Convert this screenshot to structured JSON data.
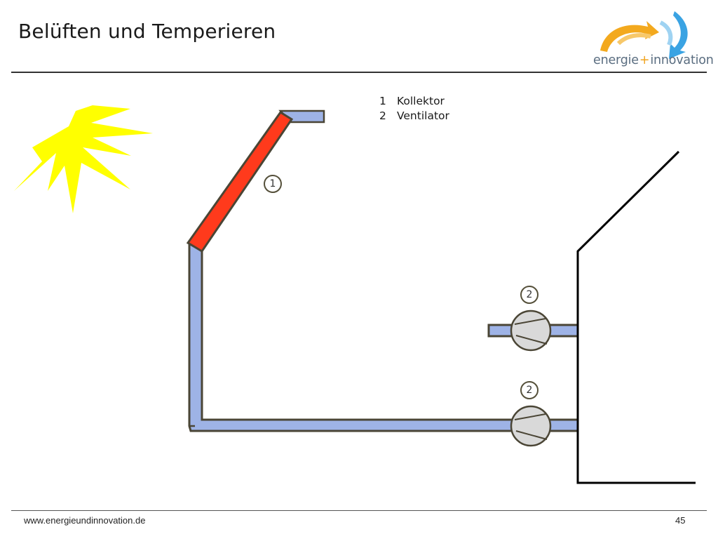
{
  "slide": {
    "title": "Belüften und Temperieren",
    "page_number": "45",
    "footer_url": "www.energieundinnovation.de"
  },
  "logo": {
    "word1": "energie",
    "plus": "+",
    "word2": "innovation"
  },
  "legend": [
    {
      "num": "1",
      "label": "Kollektor"
    },
    {
      "num": "2",
      "label": "Ventilator"
    }
  ],
  "markers": {
    "collector": "1",
    "fan_upper": "2",
    "fan_lower": "2"
  },
  "colors": {
    "duct_fill": "#9eb3e6",
    "duct_stroke": "#4a4535",
    "collector": "#ff3a1c",
    "sun": "#ffff00",
    "fan_fill": "#d9d9d9",
    "building_line": "#000000"
  }
}
